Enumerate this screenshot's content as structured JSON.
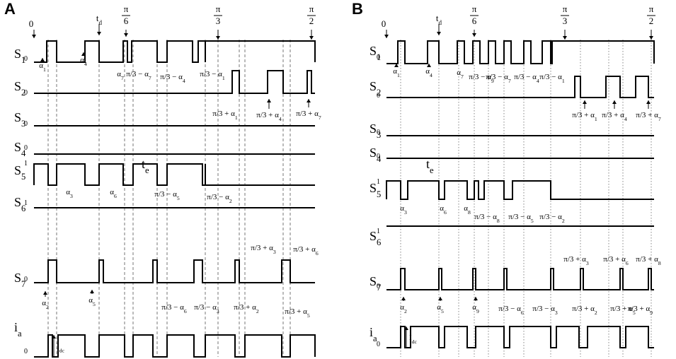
{
  "panels": [
    {
      "label": "A",
      "top": {
        "zero": "0",
        "td": "t",
        "td_sub": "d",
        "pi6n": "π",
        "pi6d": "6",
        "pi3n": "π",
        "pi3d": "3",
        "pi2n": "π",
        "pi2d": "2"
      },
      "signals": [
        {
          "name": "S",
          "sub": "1",
          "level": "0"
        },
        {
          "name": "S",
          "sub": "2",
          "level": "0"
        },
        {
          "name": "S",
          "sub": "3",
          "level": "0"
        },
        {
          "name": "S",
          "sub": "4",
          "level": "0"
        },
        {
          "name": "S",
          "sub": "5",
          "level": "1"
        },
        {
          "name": "S",
          "sub": "6",
          "level": "1"
        },
        {
          "name": "S",
          "sub": "7",
          "level": "0"
        },
        {
          "name": "i",
          "sub": "a",
          "level": "0"
        }
      ],
      "te": "t",
      "te_sub": "e",
      "idc": "I",
      "idc_sub": "dc",
      "annotations": [
        {
          "pre": "α",
          "sub": "1"
        },
        {
          "pre": "α",
          "sub": "4"
        },
        {
          "pre": "α",
          "sub": "7"
        },
        {
          "pre": "π/3 − α",
          "sub": "7"
        },
        {
          "pre": "π/3 − α",
          "sub": "4"
        },
        {
          "pre": "π/3 − α",
          "sub": "1"
        },
        {
          "pre": "π/3 + α",
          "sub": "1"
        },
        {
          "pre": "π/3 + α",
          "sub": "4"
        },
        {
          "pre": "π/3 + α",
          "sub": "7"
        },
        {
          "pre": "α",
          "sub": "3"
        },
        {
          "pre": "α",
          "sub": "6"
        },
        {
          "pre": "π/3 − α",
          "sub": "5"
        },
        {
          "pre": "π/3 − α",
          "sub": "2"
        },
        {
          "pre": "π/3 + α",
          "sub": "3"
        },
        {
          "pre": "π/3 + α",
          "sub": "6"
        },
        {
          "pre": "α",
          "sub": "2"
        },
        {
          "pre": "α",
          "sub": "5"
        },
        {
          "pre": "π/3 − α",
          "sub": "6"
        },
        {
          "pre": "π/3 − α",
          "sub": "3"
        },
        {
          "pre": "π/3 + α",
          "sub": "2"
        },
        {
          "pre": "π/3 + α",
          "sub": "5"
        }
      ]
    },
    {
      "label": "B",
      "top": {
        "zero": "0",
        "td": "t",
        "td_sub": "d",
        "pi6n": "π",
        "pi6d": "6",
        "pi3n": "π",
        "pi3d": "3",
        "pi2n": "π",
        "pi2d": "2"
      },
      "signals": [
        {
          "name": "S",
          "sub": "1",
          "level": "0"
        },
        {
          "name": "S",
          "sub": "2",
          "level": "0"
        },
        {
          "name": "S",
          "sub": "3",
          "level": "0"
        },
        {
          "name": "S",
          "sub": "4",
          "level": "0"
        },
        {
          "name": "S",
          "sub": "5",
          "level": "1"
        },
        {
          "name": "S",
          "sub": "6",
          "level": "1"
        },
        {
          "name": "S",
          "sub": "7",
          "level": "0"
        },
        {
          "name": "i",
          "sub": "a",
          "level": "0"
        }
      ],
      "te": "t",
      "te_sub": "e",
      "idc": "I",
      "idc_sub": "dc",
      "annotations": [
        {
          "pre": "α",
          "sub": "1"
        },
        {
          "pre": "α",
          "sub": "4"
        },
        {
          "pre": "α",
          "sub": "7"
        },
        {
          "pre": "π/3 − α",
          "sub": "9"
        },
        {
          "pre": "π/3 − α",
          "sub": "7"
        },
        {
          "pre": "π/3 − α",
          "sub": "4"
        },
        {
          "pre": "π/3 − α",
          "sub": "1"
        },
        {
          "pre": "π/3 + α",
          "sub": "1"
        },
        {
          "pre": "π/3 + α",
          "sub": "4"
        },
        {
          "pre": "π/3 + α",
          "sub": "7"
        },
        {
          "pre": "α",
          "sub": "3"
        },
        {
          "pre": "α",
          "sub": "6"
        },
        {
          "pre": "α",
          "sub": "8"
        },
        {
          "pre": "π/3 − α",
          "sub": "8"
        },
        {
          "pre": "π/3 − α",
          "sub": "5"
        },
        {
          "pre": "π/3 − α",
          "sub": "2"
        },
        {
          "pre": "π/3 + α",
          "sub": "3"
        },
        {
          "pre": "π/3 + α",
          "sub": "6"
        },
        {
          "pre": "π/3 + α",
          "sub": "8"
        },
        {
          "pre": "α",
          "sub": "2"
        },
        {
          "pre": "α",
          "sub": "5"
        },
        {
          "pre": "α",
          "sub": "9"
        },
        {
          "pre": "π/3 − α",
          "sub": "6"
        },
        {
          "pre": "π/3 − α",
          "sub": "3"
        },
        {
          "pre": "π/3 + α",
          "sub": "2"
        },
        {
          "pre": "π/3 + α",
          "sub": "5"
        },
        {
          "pre": "π/3 + α",
          "sub": "9"
        }
      ]
    }
  ]
}
